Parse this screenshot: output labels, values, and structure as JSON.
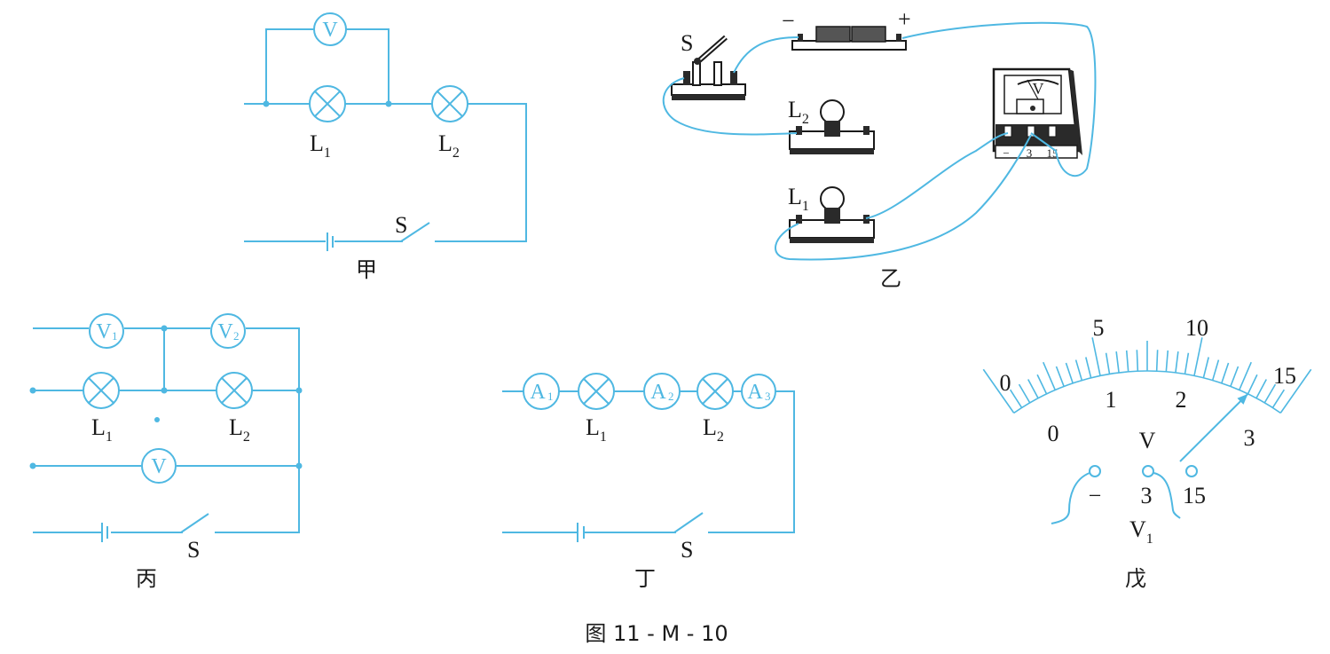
{
  "figure_caption": "图 11 - M - 10",
  "panels": {
    "jia": {
      "caption": "甲",
      "voltmeter": "V",
      "lamp1": {
        "main": "L",
        "sub": "1"
      },
      "lamp2": {
        "main": "L",
        "sub": "2"
      },
      "switch": "S"
    },
    "yi": {
      "caption": "乙",
      "switch": "S",
      "battery_neg": "−",
      "battery_pos": "+",
      "lamp2": {
        "main": "L",
        "sub": "2"
      },
      "lamp1": {
        "main": "L",
        "sub": "1"
      },
      "voltmeter_face": "V",
      "terminals": [
        "−",
        "3",
        "15"
      ]
    },
    "bing": {
      "caption": "丙",
      "voltmeter1": {
        "main": "V",
        "sub": "1"
      },
      "voltmeter2": {
        "main": "V",
        "sub": "2"
      },
      "voltmeter": "V",
      "lamp1": {
        "main": "L",
        "sub": "1"
      },
      "lamp2": {
        "main": "L",
        "sub": "2"
      },
      "switch": "S"
    },
    "ding": {
      "caption": "丁",
      "ammeter1": {
        "main": "A",
        "sub": "1"
      },
      "ammeter2": {
        "main": "A",
        "sub": "2"
      },
      "ammeter3": {
        "main": "A",
        "sub": "3"
      },
      "lamp1": {
        "main": "L",
        "sub": "1"
      },
      "lamp2": {
        "main": "L",
        "sub": "2"
      },
      "switch": "S"
    },
    "wu": {
      "caption": "戊",
      "outer_scale": [
        "0",
        "5",
        "10",
        "15"
      ],
      "inner_scale": [
        "0",
        "1",
        "2",
        "3"
      ],
      "unit": "V",
      "terminals": [
        "−",
        "3",
        "15"
      ],
      "meter_name": {
        "main": "V",
        "sub": "1"
      },
      "needle_reading_small_range": 2.6,
      "small_range_max": 3
    }
  }
}
